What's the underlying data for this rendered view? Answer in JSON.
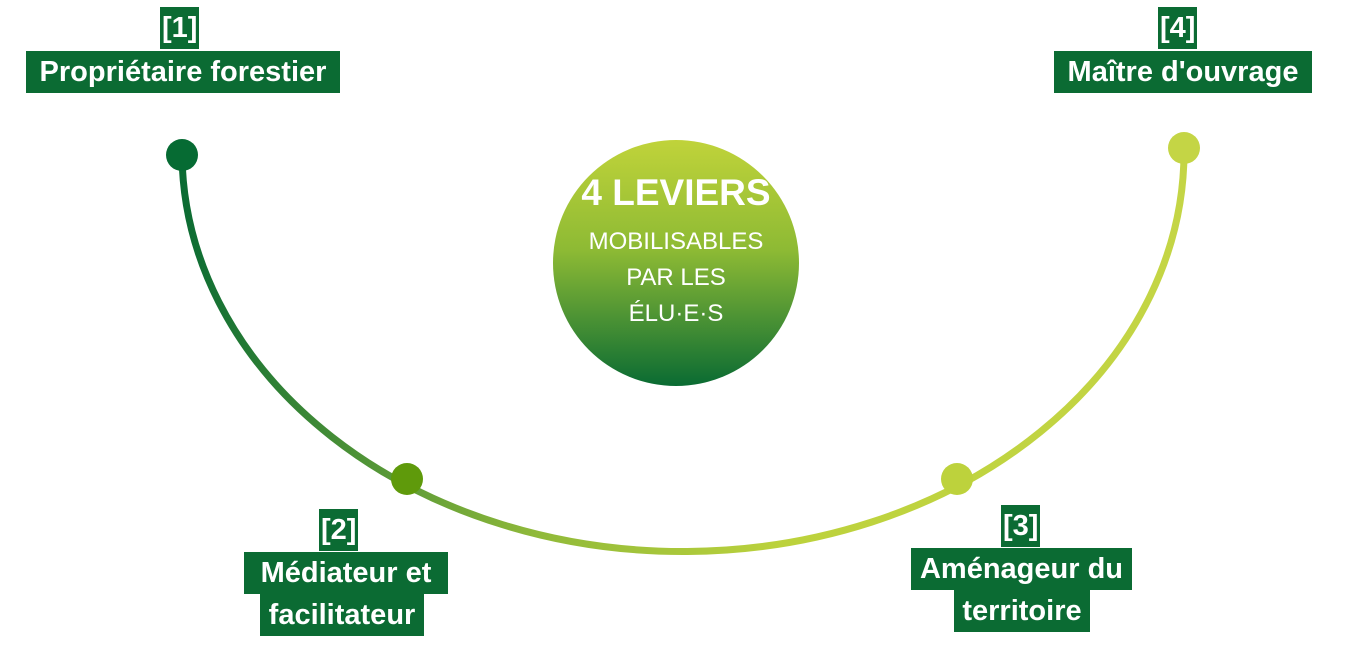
{
  "center": {
    "title": "4 LEVIERS",
    "line1": "MOBILISABLES",
    "line2": "PAR LES",
    "line3": "ÉLU·E·S"
  },
  "levers": [
    {
      "number": "[1]",
      "label": "Propriétaire forestier"
    },
    {
      "number": "[2]",
      "label_line1": "Médiateur et",
      "label_line2": "facilitateur"
    },
    {
      "number": "[3]",
      "label_line1": "Aménageur du",
      "label_line2": "territoire"
    },
    {
      "number": "[4]",
      "label": "Maître d'ouvrage"
    }
  ],
  "colors": {
    "dark_green": "#0b6b33",
    "mid_green": "#5f9a0b",
    "light_green": "#c0d33c"
  }
}
